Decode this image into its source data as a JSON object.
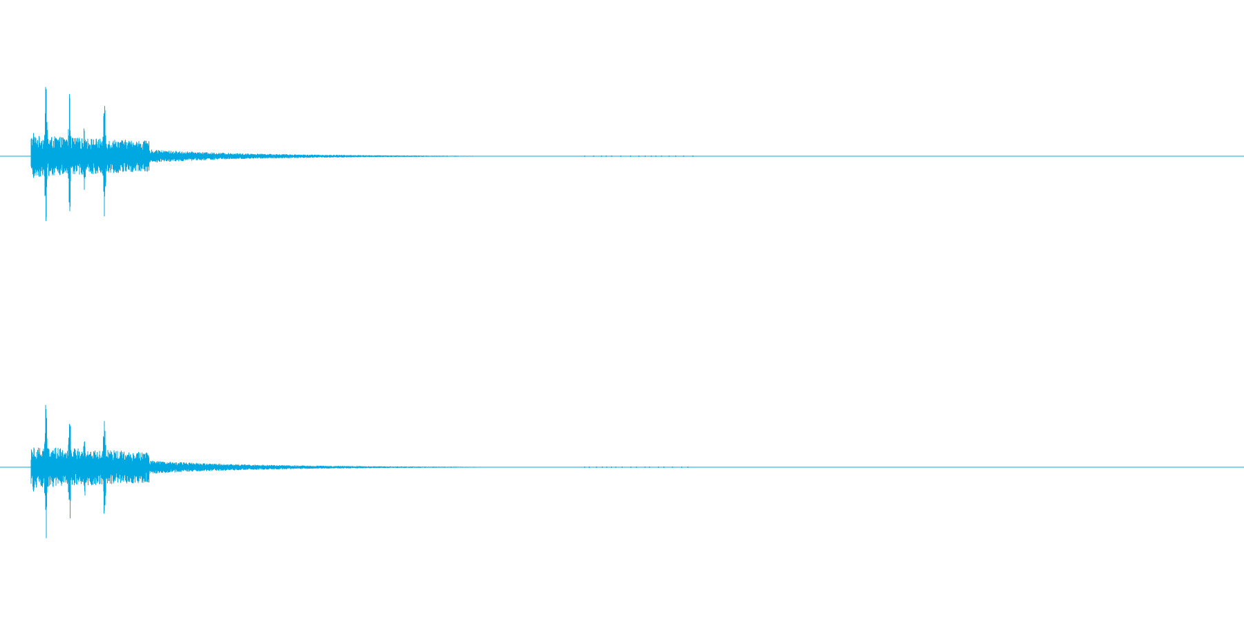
{
  "waveform": {
    "color": "#00a8e1",
    "channels": [
      {
        "channel": 1
      },
      {
        "channel": 2
      }
    ],
    "envelope": {
      "attack_start": 0.025,
      "transients": [
        {
          "t": 0.027,
          "amp": 0.32
        },
        {
          "t": 0.037,
          "amp": 0.98
        },
        {
          "t": 0.056,
          "amp": 0.8
        },
        {
          "t": 0.068,
          "amp": 0.45
        },
        {
          "t": 0.084,
          "amp": 0.82
        }
      ],
      "decay_end": 0.47
    }
  }
}
